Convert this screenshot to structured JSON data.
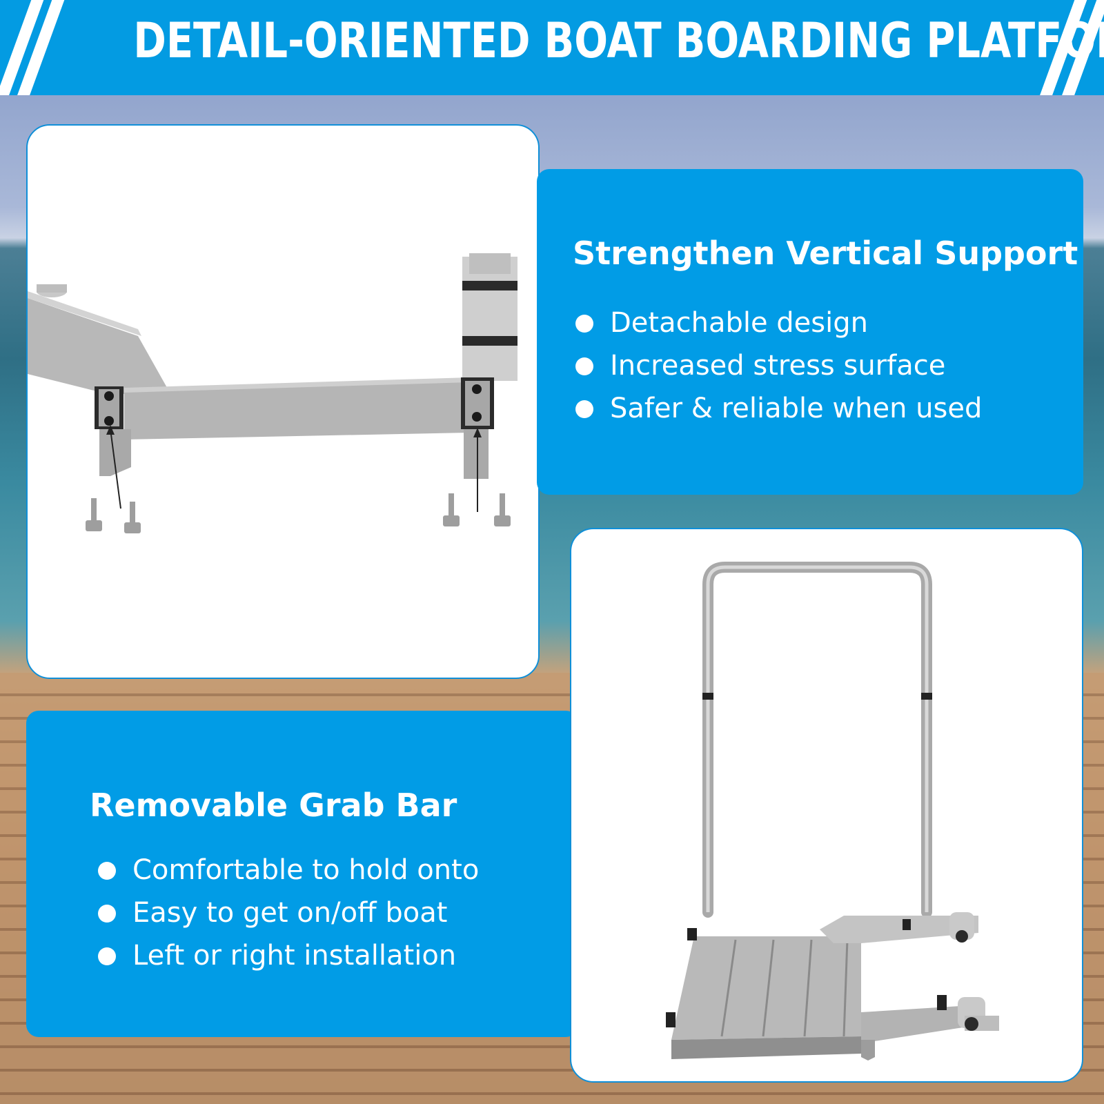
{
  "header": {
    "title": "DETAIL-ORIENTED BOAT BOARDING PLATFORM"
  },
  "colors": {
    "accent_blue": "#039be2",
    "panel_blue": "#019ce6",
    "text_white": "#ffffff",
    "metal_gray": "#b9b9b9"
  },
  "features": [
    {
      "title": "Strengthen Vertical Support",
      "bullets": [
        "Detachable design",
        "Increased stress surface",
        "Safer & reliable when used"
      ]
    },
    {
      "title": "Removable Grab Bar",
      "bullets": [
        "Comfortable to hold onto",
        "Easy to get on/off boat",
        "Left or right installation"
      ]
    }
  ],
  "images": [
    {
      "icon": "support-bracket-closeup-illustration"
    },
    {
      "icon": "grab-bar-platform-illustration"
    }
  ]
}
